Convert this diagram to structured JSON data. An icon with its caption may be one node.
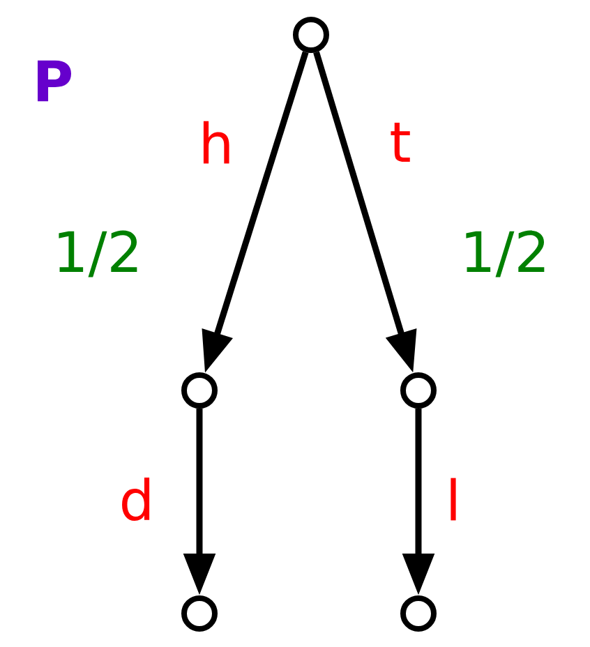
{
  "diagram": {
    "nodes": [
      {
        "text": [],
        "shape": "circle"
      },
      {
        "text": [],
        "shape": "circle"
      },
      {
        "text": [],
        "shape": "circle"
      },
      {
        "text": [],
        "shape": "circle"
      },
      {
        "text": [],
        "shape": "circle"
      }
    ],
    "edges": [
      {
        "from": 0,
        "to": 1,
        "arrow": "to",
        "label": "h"
      },
      {
        "from": 0,
        "to": 2,
        "arrow": "to",
        "label": "t"
      },
      {
        "from": 1,
        "to": 3,
        "arrow": "to",
        "label": "d"
      },
      {
        "from": 2,
        "to": 4,
        "arrow": "to",
        "label": "l"
      }
    ],
    "labels": [
      "P",
      "1/2",
      "1/2"
    ]
  }
}
